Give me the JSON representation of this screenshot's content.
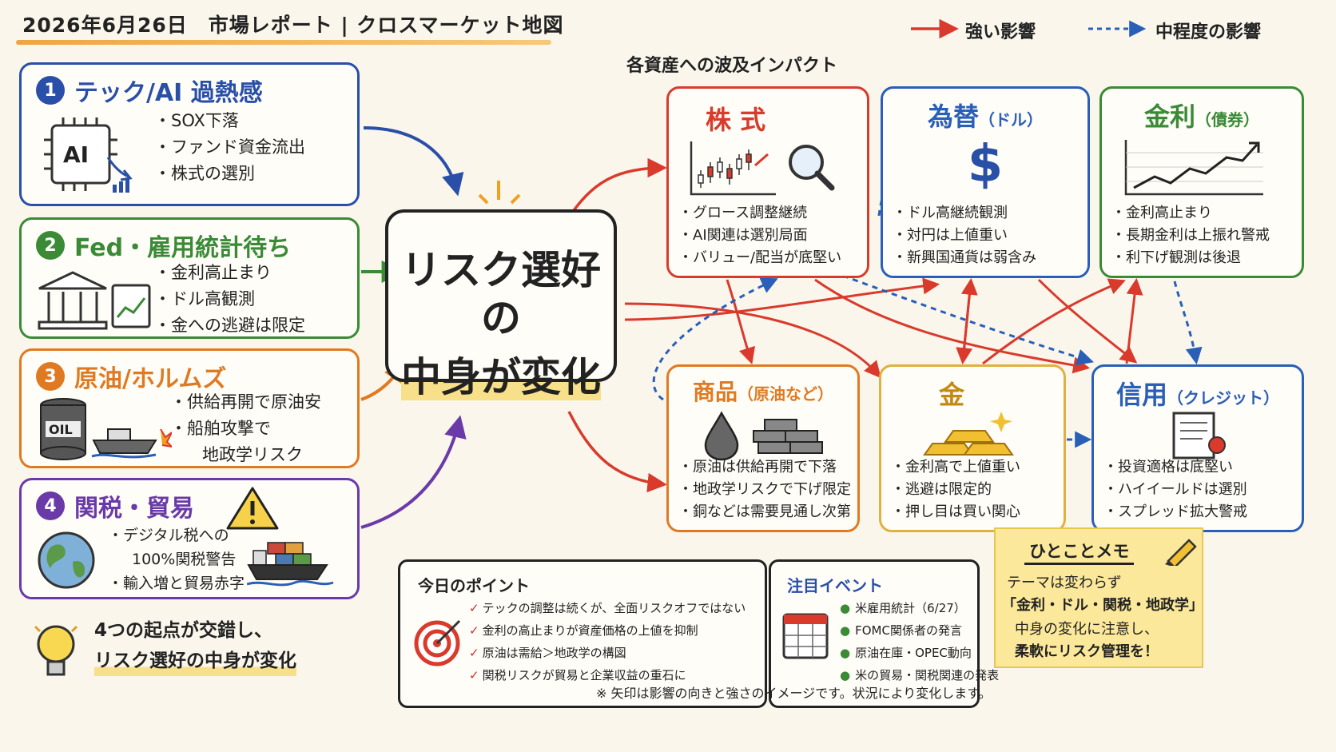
{
  "header": {
    "title": "2026年6月26日　市場レポート | クロスマーケット地図"
  },
  "legend": {
    "strong_label": "強い影響",
    "medium_label": "中程度の影響",
    "strong_color": "#d93a2b",
    "medium_color": "#2a5fb8"
  },
  "sources": [
    {
      "num": "1",
      "title": "テック/AI 過熱感",
      "color": "#2a4fa8",
      "icon": "ai-chip-icon",
      "items": [
        "SOX下落",
        "ファンド資金流出",
        "株式の選別"
      ]
    },
    {
      "num": "2",
      "title": "Fed・雇用統計待ち",
      "color": "#3a8a36",
      "icon": "bank-building-icon",
      "items": [
        "金利高止まり",
        "ドル高観測",
        "金への逃避は限定"
      ]
    },
    {
      "num": "3",
      "title": "原油/ホルムズ",
      "color": "#e07a22",
      "icon": "oil-barrel-icon",
      "items": [
        "供給再開で原油安",
        "船舶攻撃で",
        "地政学リスク"
      ]
    },
    {
      "num": "4",
      "title": "関税・貿易",
      "color": "#6a3aa8",
      "icon": "globe-icon",
      "items": [
        "デジタル税への",
        "100%関税警告",
        "輸入増と貿易赤字"
      ]
    }
  ],
  "center": {
    "line1": "リスク選好の",
    "line2": "中身が変化"
  },
  "impact_title": "各資産への波及インパクト",
  "assets": {
    "equity": {
      "title": "株 式",
      "sub": "",
      "color": "#d93a2b",
      "items": [
        "グロース調整継続",
        "AI関連は選別局面",
        "バリュー/配当が底堅い"
      ]
    },
    "fx": {
      "title": "為替",
      "sub": "（ドル）",
      "color": "#2a5fb8",
      "symbol": "$",
      "items": [
        "ドル高継続観測",
        "対円は上値重い",
        "新興国通貨は弱含み"
      ]
    },
    "rates": {
      "title": "金利",
      "sub": "（債券）",
      "color": "#3a8a36",
      "items": [
        "金利高止まり",
        "長期金利は上振れ警戒",
        "利下げ観測は後退"
      ]
    },
    "commodities": {
      "title": "商品",
      "sub": "（原油など）",
      "color": "#e07a22",
      "items": [
        "原油は供給再開で下落",
        "地政学リスクで下げ限定",
        "銅などは需要見通し次第"
      ]
    },
    "gold": {
      "title": "金",
      "sub": "",
      "color": "#d4a020",
      "items": [
        "金利高で上値重い",
        "逃避は限定的",
        "押し目は買い関心"
      ]
    },
    "credit": {
      "title": "信用",
      "sub": "（クレジット）",
      "color": "#2a5fb8",
      "items": [
        "投資適格は底堅い",
        "ハイイールドは選別",
        "スプレッド拡大警戒"
      ]
    }
  },
  "summary": {
    "line1": "4つの起点が交錯し、",
    "line2": "リスク選好の中身が変化"
  },
  "points": {
    "title": "今日のポイント",
    "items": [
      "テックの調整は続くが、全面リスクオフではない",
      "金利の高止まりが資産価格の上値を抑制",
      "原油は需給＞地政学の構図",
      "関税リスクが貿易と企業収益の重石に"
    ]
  },
  "events": {
    "title": "注目イベント",
    "items": [
      "米雇用統計（6/27）",
      "FOMC関係者の発言",
      "原油在庫・OPEC動向",
      "米の貿易・関税関連の発表"
    ]
  },
  "memo": {
    "title": "ひとことメモ",
    "line1": "テーマは変わらず",
    "line2": "「金利・ドル・関税・地政学」",
    "line3": "中身の変化に注意し、",
    "line4": "柔軟にリスク管理を！"
  },
  "footnote": "※ 矢印は影響の向きと強さのイメージです。状況により変化します。"
}
